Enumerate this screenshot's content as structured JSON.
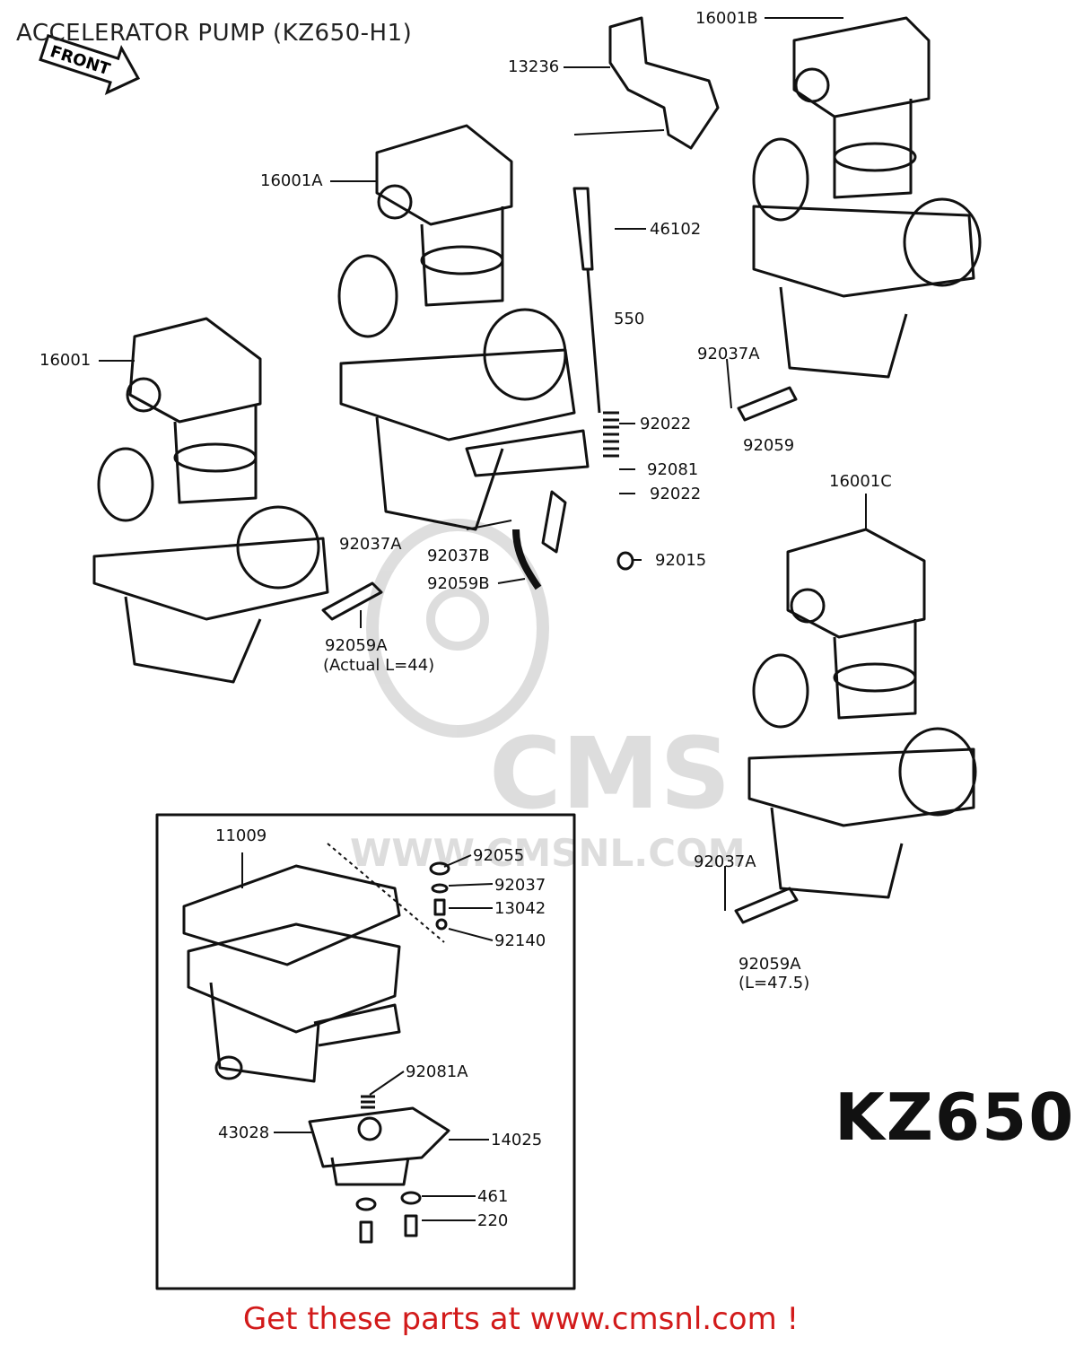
{
  "title": "ACCELERATOR PUMP (KZ650-H1)",
  "front_arrow_label": "FRONT",
  "model_mark": "KZ650",
  "watermark": {
    "brand": "CMS",
    "url": "WWW.CMSNL.COM"
  },
  "footer": {
    "text": "Get these parts at www.cmsnl.com !",
    "color": "#d21a1a"
  },
  "part_labels": [
    "16001B",
    "13236",
    "16001A",
    "46102",
    "550",
    "92037A",
    "16001",
    "92022",
    "92059",
    "92081",
    "92022",
    "16001C",
    "92037A",
    "92037B",
    "92015",
    "92059B",
    "92059A",
    "(Actual L=44)",
    "11009",
    "92055",
    "92037",
    "13042",
    "92140",
    "92037A",
    "92059A",
    "(L=47.5)",
    "92081A",
    "43028",
    "14025",
    "461",
    "220"
  ]
}
